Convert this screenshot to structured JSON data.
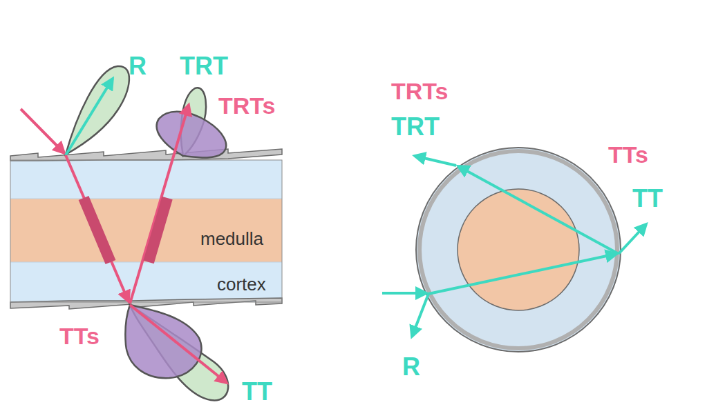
{
  "diagram": {
    "labels": [
      "R",
      "TRT",
      "TRTs",
      "medulla",
      "cortex",
      "TTs",
      "TT",
      "TRTs",
      "TRT",
      "TTs",
      "TT",
      "R"
    ]
  }
}
